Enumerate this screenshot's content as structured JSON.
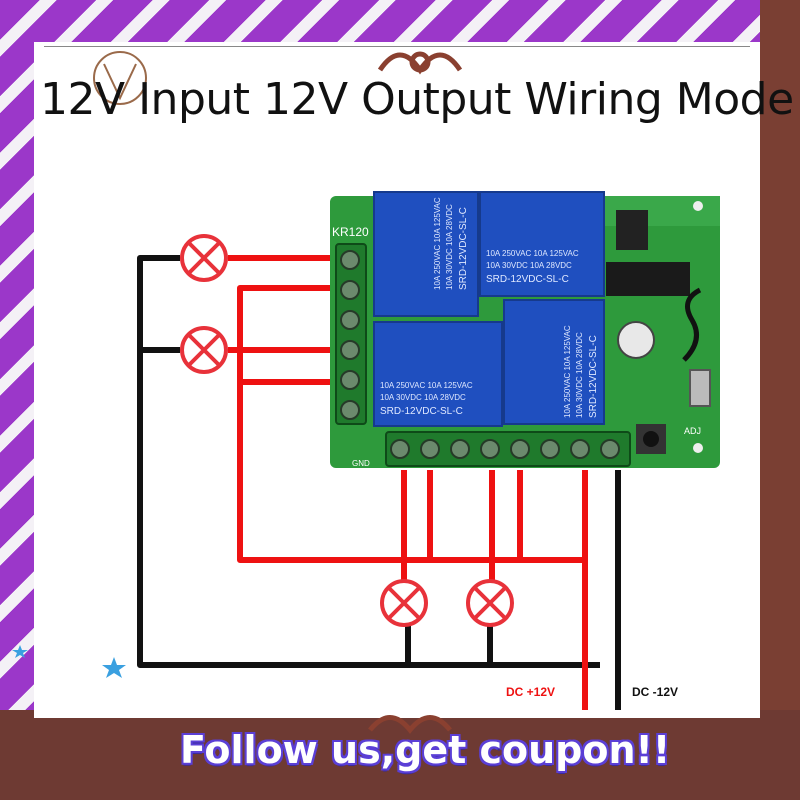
{
  "title": "12V Input 12V Output Wiring Mode",
  "board": {
    "model_label": "KR120",
    "relay_texts": [
      [
        "10A 250VAC 10A 125VAC",
        "10A 30VDC 10A 28VDC",
        "SRD-12VDC-SL-C"
      ],
      [
        "10A 250VAC 10A 125VAC",
        "10A 30VDC 10A 28VDC",
        "SRD-12VDC-SL-C"
      ],
      [
        "10A 250VAC 10A 125VAC",
        "10A 30VDC 10A 28VDC",
        "SRD-12VDC-SL-C"
      ],
      [
        "10A 250VAC 10A 125VAC",
        "10A 30VDC 10A 28VDC",
        "SRD-12VDC-SL-C"
      ]
    ],
    "gnd_label": "GND",
    "adj_label": "ADJ"
  },
  "labels": {
    "dc_plus": "DC +12V",
    "dc_minus": "DC -12V"
  },
  "banner": "Follow us,get coupon!!",
  "colors": {
    "wire_positive": "#ee1111",
    "wire_negative": "#111111",
    "board": "#2e9a3c",
    "relay": "#1f4fbf",
    "lamp": "#e8323a",
    "frame_purple": "#9b37c9",
    "frame_brown": "#7a3f33"
  }
}
